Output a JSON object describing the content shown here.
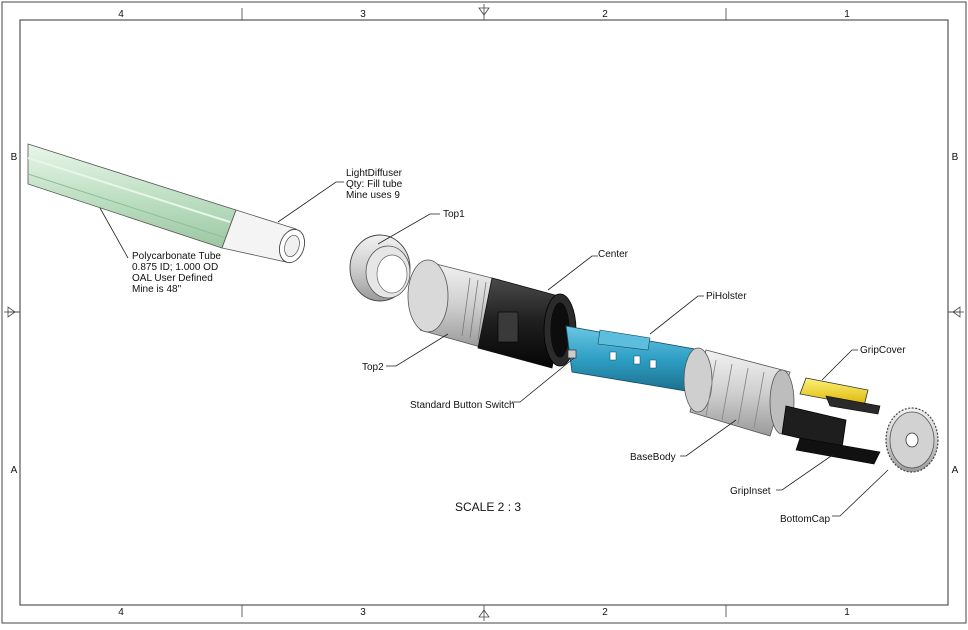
{
  "drawing": {
    "zones_top": [
      "4",
      "3",
      "2",
      "1"
    ],
    "zones_bottom": [
      "4",
      "3",
      "2",
      "1"
    ],
    "zones_left": [
      "B",
      "A"
    ],
    "zones_right": [
      "B",
      "A"
    ],
    "scale_label": "SCALE 2 : 3"
  },
  "callouts": {
    "tube": [
      "Polycarbonate Tube",
      "0.875 ID; 1.000 OD",
      "OAL User Defined",
      "Mine is 48\""
    ],
    "diffuser": [
      "LightDiffuser",
      "Qty: Fill tube",
      "Mine uses 9"
    ],
    "top1": "Top1",
    "top2": "Top2",
    "center": "Center",
    "button_switch": "Standard Button Switch",
    "piholster": "PiHolster",
    "gripcover": "GripCover",
    "basebody": "BaseBody",
    "gripinset": "GripInset",
    "bottomcap": "BottomCap"
  },
  "colors": {
    "tube": "#cfe8d2",
    "piholster": "#2e9fc4",
    "gripcover": "#f2d21b",
    "center": "#1b1b1b",
    "base": "#d6d6d6"
  }
}
